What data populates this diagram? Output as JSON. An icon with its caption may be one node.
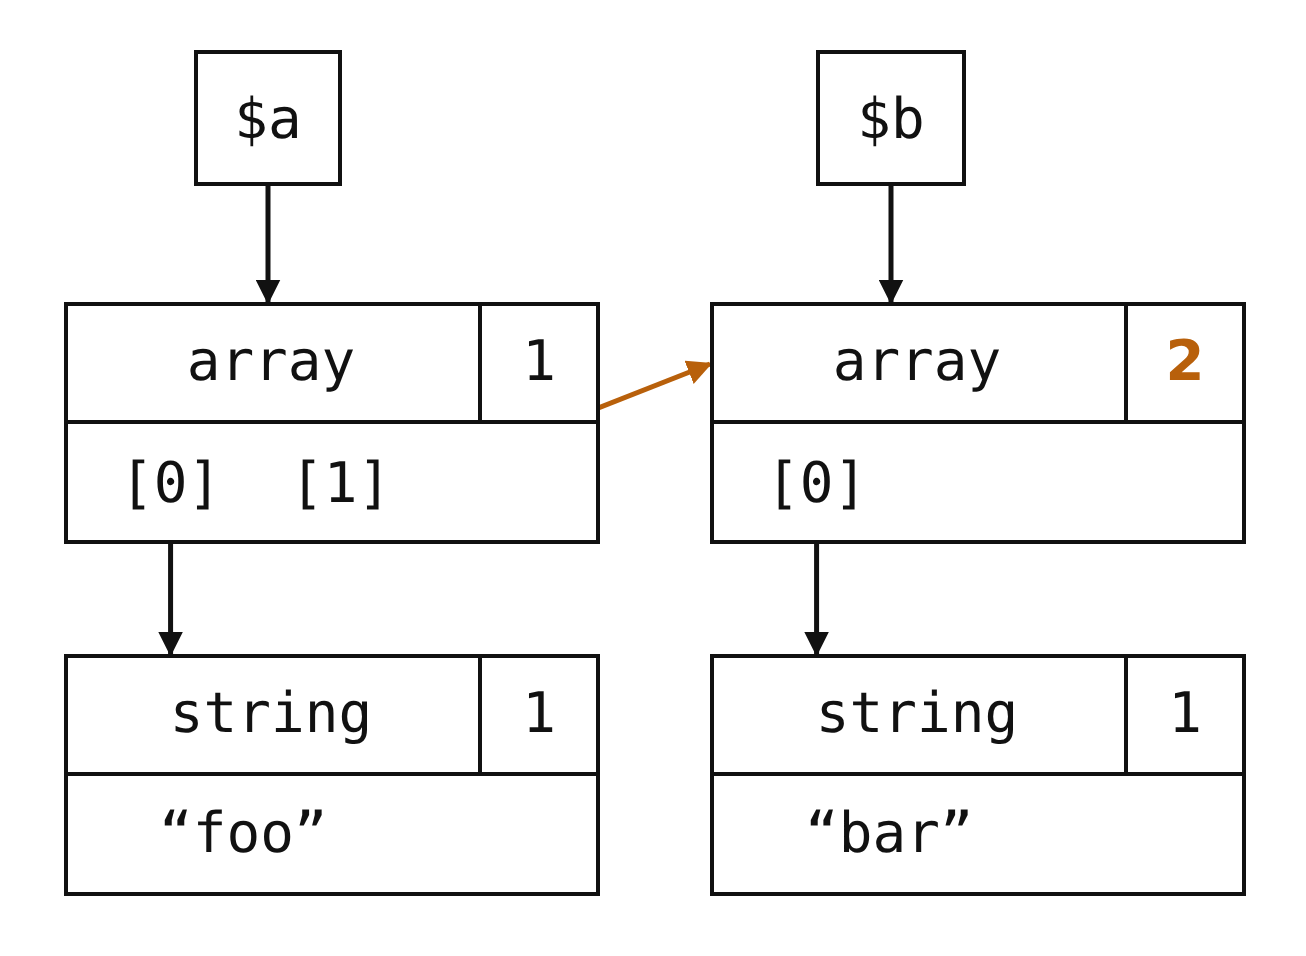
{
  "diagram": {
    "nodes": [
      {
        "text": [
          "$a"
        ]
      },
      {
        "text": [
          "$b"
        ]
      },
      {
        "text": [
          "array",
          "1"
        ]
      },
      {
        "text": [
          "[0]"
        ],
        "in": 2
      },
      {
        "text": [
          "[1]"
        ],
        "in": 2
      },
      {
        "text": [
          "array",
          "2"
        ]
      },
      {
        "text": [
          "[0]"
        ],
        "in": 5
      },
      {
        "text": [
          "string",
          "1",
          "“foo”"
        ]
      },
      {
        "text": [
          "string",
          "1",
          "“bar”"
        ]
      }
    ],
    "edges": [
      {
        "from": 0,
        "to": 2,
        "arrow": "to"
      },
      {
        "from": 1,
        "to": 5,
        "arrow": "to"
      },
      {
        "from": 3,
        "to": 7,
        "arrow": "to"
      },
      {
        "from": 4,
        "to": 5,
        "arrow": "to",
        "color": "#b8600b"
      },
      {
        "from": 6,
        "to": 8,
        "arrow": "to"
      }
    ]
  }
}
